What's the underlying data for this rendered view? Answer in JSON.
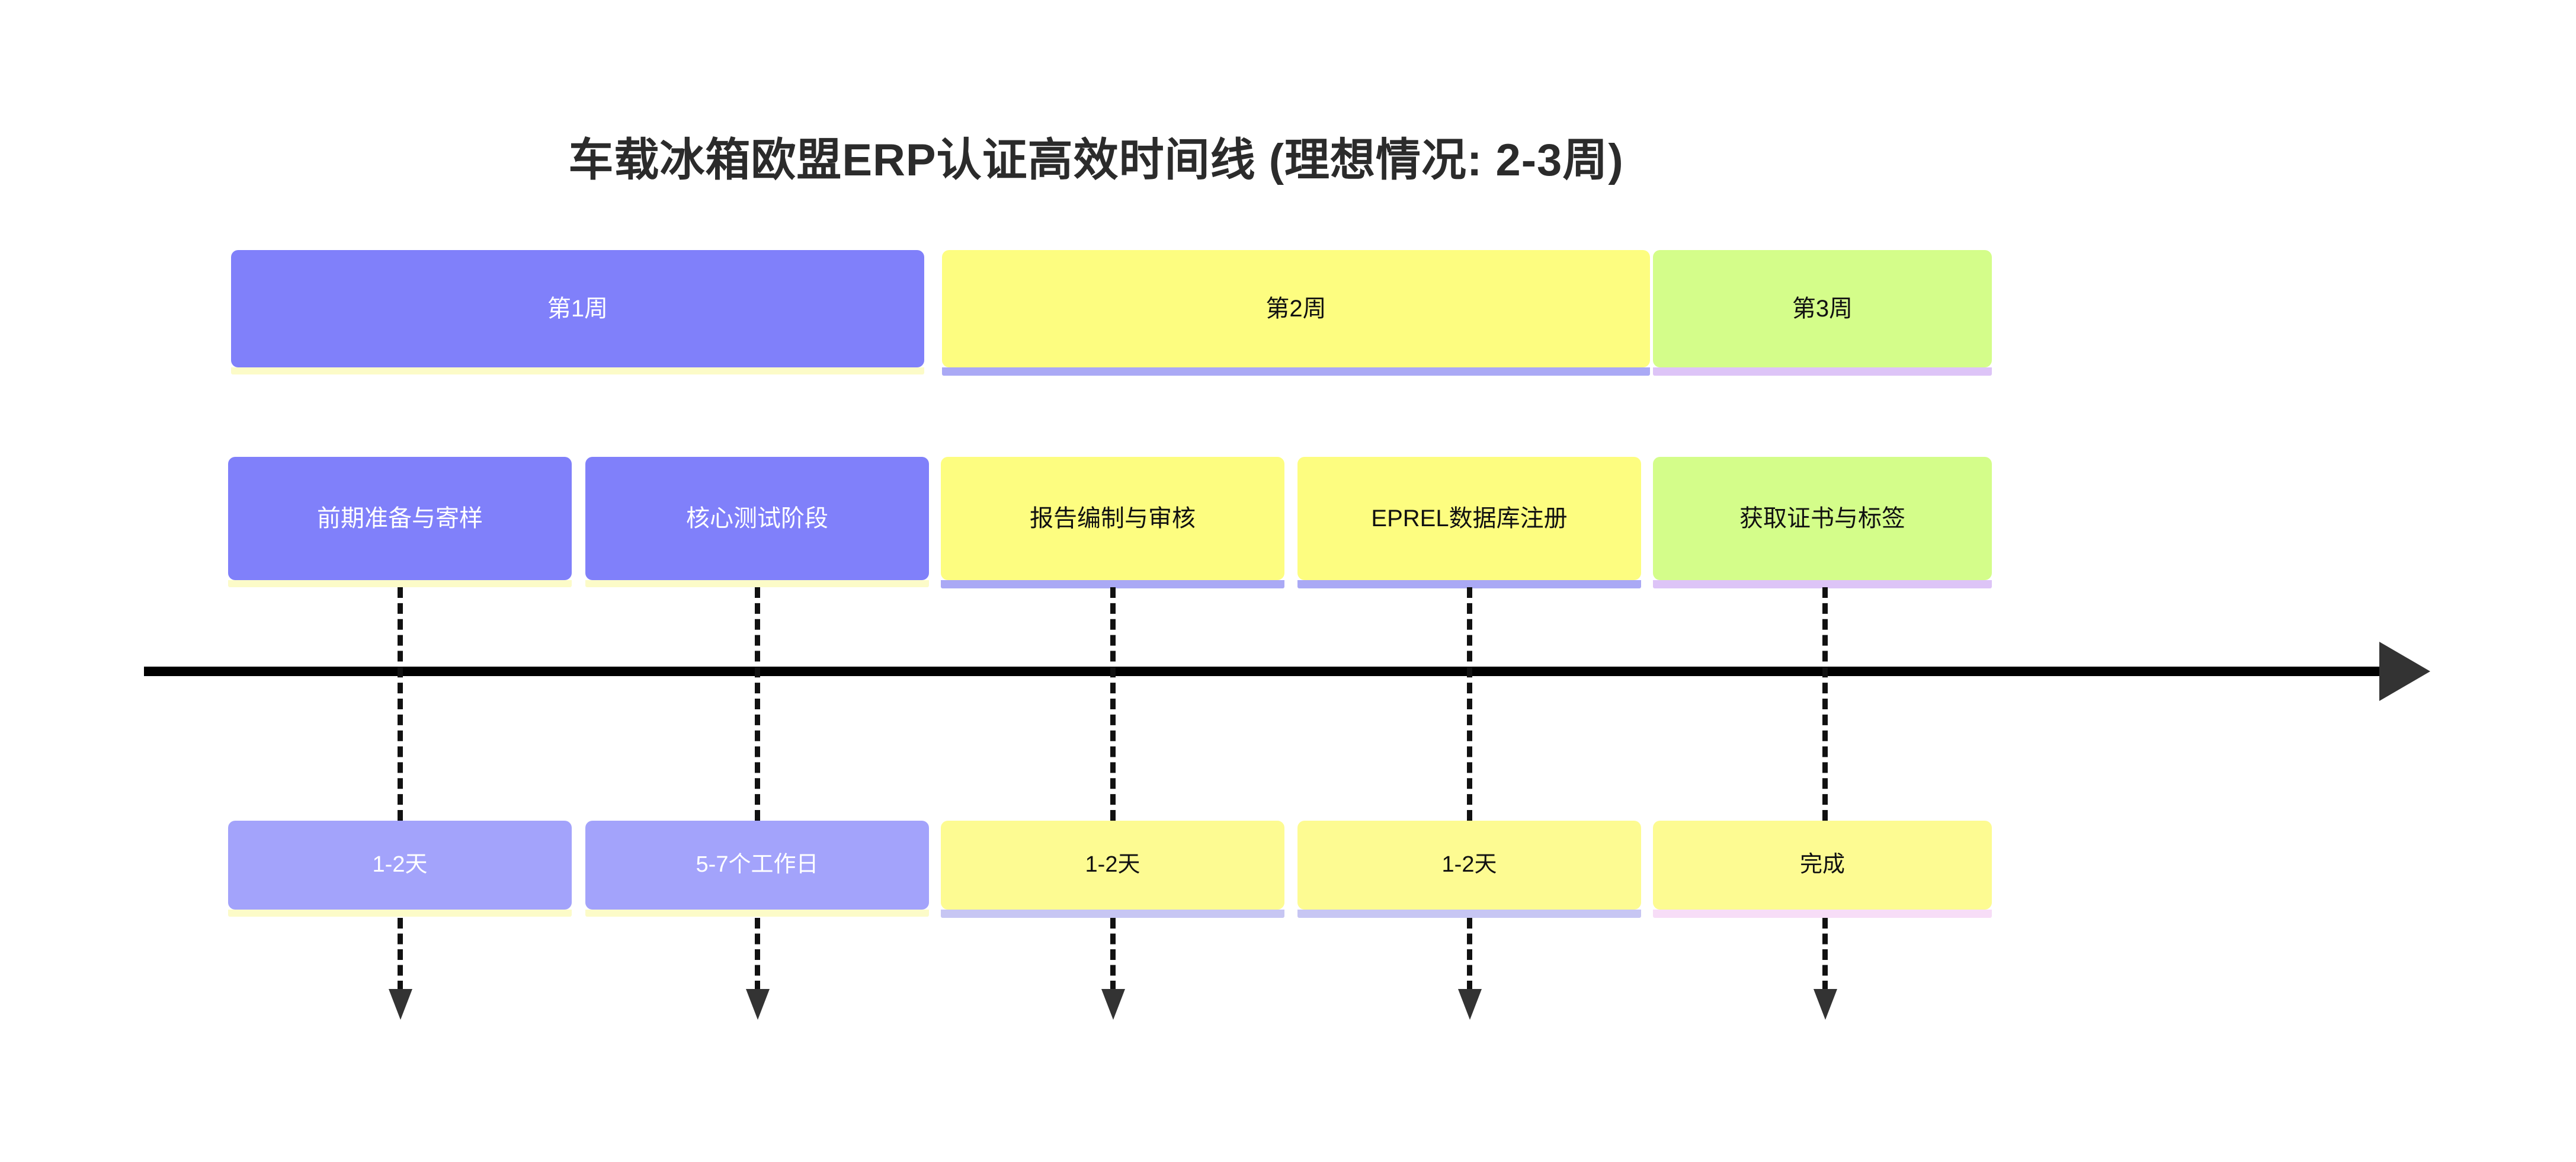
{
  "page": {
    "title": "车载冰箱欧盟ERP认证高效时间线 (理想情况: 2-3周)",
    "background_color": "#ffffff",
    "text_color": "#2b2b2b"
  },
  "chart_data": {
    "type": "table",
    "title": "车载冰箱欧盟ERP认证高效时间线 (理想情况: 2-3周)",
    "xlabel": "",
    "ylabel": "",
    "legend": [],
    "grid": false,
    "weeks": [
      {
        "label": "第1周",
        "fill": "#8080fa",
        "text_color": "#ffffff",
        "shadow": "#fcfbc8",
        "span_phases": 2
      },
      {
        "label": "第2周",
        "fill": "#fdfd80",
        "text_color": "#111111",
        "shadow": "#aaa9f5",
        "span_phases": 2
      },
      {
        "label": "第3周",
        "fill": "#d4fd8a",
        "text_color": "#111111",
        "shadow": "#ddc4f7",
        "span_phases": 1
      }
    ],
    "phases": [
      {
        "name": "前期准备与寄样",
        "duration": "1-2天",
        "week": "第1周",
        "fill": "#8080fa",
        "text_color": "#ffffff",
        "shadow": "#fcfbc8",
        "duration_fill": "#a3a3fb",
        "duration_text_color": "#ffffff",
        "duration_shadow": "#fcfbc8"
      },
      {
        "name": "核心测试阶段",
        "duration": "5-7个工作日",
        "week": "第1周",
        "fill": "#8080fa",
        "text_color": "#ffffff",
        "shadow": "#fcfbc8",
        "duration_fill": "#a3a3fb",
        "duration_text_color": "#ffffff",
        "duration_shadow": "#fcfbc8"
      },
      {
        "name": "报告编制与审核",
        "duration": "1-2天",
        "week": "第2周",
        "fill": "#fdfd80",
        "text_color": "#111111",
        "shadow": "#aaa9f5",
        "duration_fill": "#fdfb92",
        "duration_text_color": "#111111",
        "duration_shadow": "#c7c6f3"
      },
      {
        "name": "EPREL数据库注册",
        "duration": "1-2天",
        "week": "第2周",
        "fill": "#fdfd80",
        "text_color": "#111111",
        "shadow": "#aaa9f5",
        "duration_fill": "#fdfb92",
        "duration_text_color": "#111111",
        "duration_shadow": "#c7c6f3"
      },
      {
        "name": "获取证书与标签",
        "duration": "完成",
        "week": "第3周",
        "fill": "#d4fd8a",
        "text_color": "#111111",
        "shadow": "#ddc4f7",
        "duration_fill": "#fdfb92",
        "duration_text_color": "#111111",
        "duration_shadow": "#f7ddf7"
      }
    ],
    "axis": {
      "direction": "left-to-right",
      "line_color": "#000000",
      "arrow_color": "#333333"
    }
  }
}
